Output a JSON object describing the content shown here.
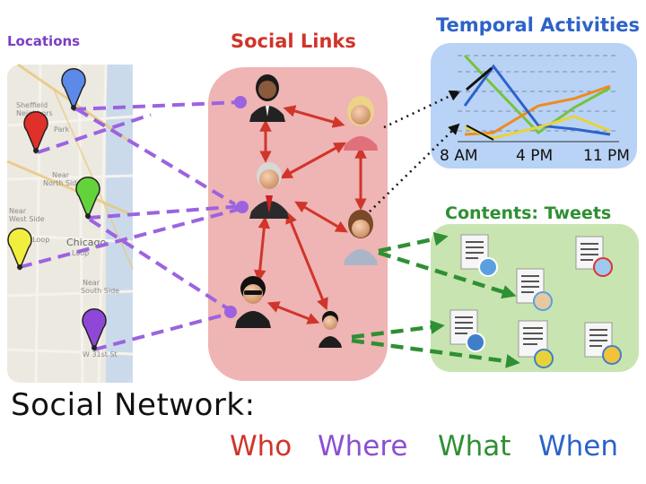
{
  "titles": {
    "locations": "Locations",
    "social_links": "Social Links",
    "temporal": "Temporal Activities",
    "contents": "Contents: Tweets"
  },
  "map_labels": [
    "Sheffield",
    "Neighbors",
    "Park",
    "Near",
    "North Side",
    "Near",
    "West Side",
    "West Loop",
    "Chicago",
    "Loop",
    "Near",
    "South Side",
    "W 31st St"
  ],
  "time_ticks": [
    "8 AM",
    "4 PM",
    "11 PM"
  ],
  "footer": {
    "title": "Social Network:",
    "who": "Who",
    "where": "Where",
    "what": "What",
    "when": "When"
  },
  "colors": {
    "who": "#d0352a",
    "where": "#8c4fd1",
    "what": "#2f8f33",
    "when": "#2d63c9",
    "social_panel": "#efb4b4",
    "temporal_panel": "#b9d3f6",
    "contents_panel": "#c8e4b0",
    "pin_blue": "#5b8ae8",
    "pin_red": "#e0302a",
    "pin_green": "#63d33c",
    "pin_yellow": "#f2ee3d",
    "pin_purple": "#8f47d8"
  }
}
